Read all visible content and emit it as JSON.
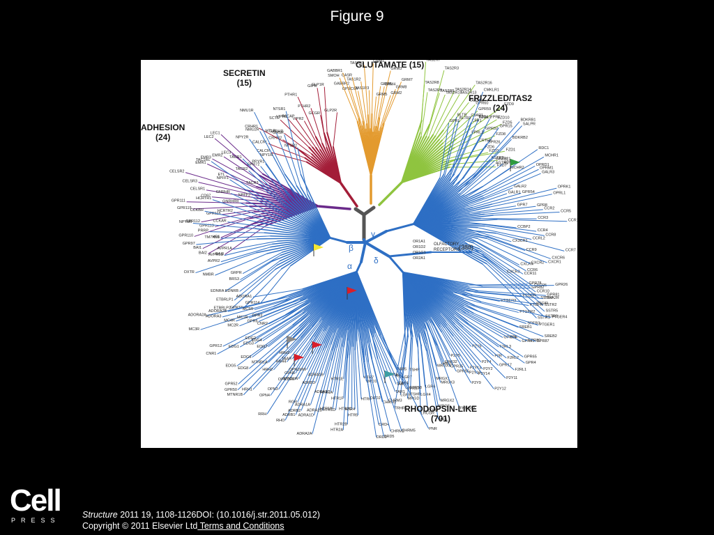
{
  "slide": {
    "title": "Figure 9"
  },
  "families": {
    "secretin": {
      "name": "SECRETIN",
      "count": "(15)"
    },
    "glutamate": {
      "name": "GLUTAMATE",
      "count": "(15)"
    },
    "frizzled": {
      "name": "FRIZZLED/TAS2",
      "count": "(24)"
    },
    "adhesion": {
      "name": "ADHESION",
      "count": "(24)"
    },
    "rhodopsin": {
      "name": "RHODOPSIN-LIKE",
      "count": "(701)"
    }
  },
  "branch_labels": {
    "alpha": "α",
    "beta": "β",
    "gamma": "γ",
    "delta": "δ"
  },
  "olfactory": {
    "genes": [
      "OR1A1",
      "OR1D2",
      "OR1G1",
      "OR2A1"
    ],
    "label_line1": "OLFACTORY",
    "label_line2": "RECEPTORS",
    "count": "(388)"
  },
  "colors": {
    "background": "#000000",
    "panel": "#ffffff",
    "adhesion": "#6a2a8a",
    "secretin": "#a31d38",
    "glutamate": "#e39a2e",
    "frizzled": "#8fc43f",
    "rhodopsin": "#2e6fc4",
    "root": "#555555",
    "highlight_green": "#2e9b3e",
    "highlight_yellow": "#f2e633",
    "highlight_red": "#d91e2a",
    "highlight_pink": "#e6a0d4",
    "highlight_blue": "#a9d4ef",
    "highlight_teal": "#3c9ea3",
    "highlight_salmon": "#f2a48a",
    "highlight_gray": "#8a8a8a"
  },
  "genes": {
    "adhesion": [
      "LEC1",
      "LEC2",
      "LEC3",
      "EMR2",
      "EMR3",
      "EMR1",
      "ETL",
      "CELSR2",
      "CELSR3",
      "CELSR1",
      "CD97",
      "GPR111",
      "GPR115",
      "GPR116",
      "GPR112",
      "GPR113",
      "GPR110",
      "HE6",
      "BAI1",
      "BAI2",
      "BAI3"
    ],
    "secretin": [
      "GLP2R",
      "GLP1R",
      "GIPR",
      "GCGR",
      "PTHR2",
      "PTHR1",
      "VIPR2",
      "PACAP",
      "VIPR1",
      "SCTR",
      "GHRHR",
      "CRHR2",
      "CRHR1",
      "CALCRL",
      "CALCR"
    ],
    "glutamate": [
      "GRM7",
      "GRM8",
      "GRM2",
      "GRM3",
      "GRM4",
      "GRM6",
      "GRM5",
      "GRM1",
      "TAS1R3",
      "TAS1R1",
      "TAS1R2",
      "GPRC6A",
      "CASR",
      "GABBR2",
      "GABBR1",
      "SMOH"
    ],
    "frizzled": [
      "FZD7",
      "FZD2",
      "FZD1",
      "FZD3",
      "FZD6",
      "FZD8",
      "FZD5",
      "FZD10",
      "FZD9",
      "FZD4",
      "GPR59",
      "GPR60",
      "TAS2R4",
      "TAS2R16",
      "TAS2R13",
      "TAS2R14",
      "TAS2R10",
      "TAS2R5",
      "TAS2R3",
      "TAS2R9",
      "TAS2R8",
      "TAS2R7"
    ],
    "gamma_chemokine": [
      "SSTR1",
      "SSTR3",
      "SSTR5",
      "SSTR2",
      "SSTR4",
      "CCR10",
      "CXCR5",
      "CXCR3",
      "CCR11",
      "CCR6",
      "CXCR4",
      "CXCR2",
      "CXCR1",
      "CXCR6",
      "CCR9",
      "CCR7",
      "CX3CR1",
      "CCRL2",
      "CCR8",
      "CCR4",
      "CCBP2",
      "CCR1",
      "CCR3",
      "CCR5",
      "CCR2",
      "GPR8",
      "GPR7",
      "OPRL1",
      "OPRK1",
      "GPR54",
      "GALR1",
      "GALR2",
      "GALR3",
      "OPRM1",
      "OPRD1",
      "MCHR1",
      "MCHR2",
      "RDC1",
      "ADMR",
      "AGTR1",
      "AGTRL1",
      "AGTR2",
      "BDKRB2",
      "SALPR",
      "BDKRB1",
      "GPR26",
      "GPR15",
      "CRTH2",
      "GPR32",
      "FPR1",
      "FPRL2",
      "FPRL1",
      "C5R1",
      "C3AR1",
      "CMKLR1",
      "BLTR2",
      "BLTR",
      "GPR1"
    ],
    "delta": [
      "TRHR",
      "RE2",
      "LGR8",
      "LGR7",
      "MRGD",
      "FSHR",
      "TSHR",
      "LHCGR",
      "LGR4",
      "LGR5",
      "LGR6",
      "MAS",
      "MRGF",
      "MRGX2",
      "MRGX1",
      "MRGX3",
      "MRGX4",
      "FKSG80",
      "HM74",
      "GPR32",
      "GPR35",
      "GPR55",
      "P2Y5",
      "P2Y9",
      "P2Y10",
      "P2Y13",
      "P2Y14",
      "P2Y12",
      "P2Y2",
      "P2Y4",
      "P2Y6",
      "P2Y11",
      "GPR17",
      "F2R",
      "F2RL1",
      "F2RL2",
      "F2RL3",
      "GPR4",
      "GPR65",
      "GPR68",
      "G2A",
      "GPR91",
      "GPR80",
      "GPR87",
      "SREB1",
      "SREB2",
      "SREB3",
      "PTGER1",
      "PTGER2",
      "PTGER3",
      "PTGER4",
      "PTGFR",
      "PTGIR",
      "PTGDR",
      "TBXA2R",
      "GPR81",
      "GPR82",
      "GPR78",
      "GPR26"
    ],
    "beta": [
      "NTSR1",
      "NTSR2",
      "GHSR",
      "MTLR",
      "NMU1R",
      "NMU2R",
      "NPY1R",
      "NPY2R",
      "PPYR1",
      "GPR72",
      "TACR1",
      "TACR2",
      "TACR3",
      "TAC1RL",
      "NPFF1",
      "NPFF2",
      "GNRHR",
      "GNRHRII",
      "HCRTR1",
      "HCRTR2",
      "CCKBR",
      "CCKAR",
      "NPY5R",
      "PRRP",
      "TM7XN1",
      "GPR97",
      "AVPR1A",
      "AVPR1B",
      "AVPR2",
      "OXTR",
      "NMBR",
      "GRPR",
      "BRS3",
      "EDNRA",
      "EDNRB",
      "ETBRLP1",
      "ETBRLP2",
      "GPR37",
      "GPR114"
    ],
    "alpha": [
      "ADORA1",
      "ADORA2A",
      "ADORA2B",
      "ADORA3",
      "MC3R",
      "MC5R",
      "MC4R",
      "MC1R",
      "MC2R",
      "GPR3",
      "GPR6",
      "GPR12",
      "CNR1",
      "CNR2",
      "EDG1",
      "EDG2",
      "EDG3",
      "EDG4",
      "EDG5",
      "EDG6",
      "EDG7",
      "EDG8",
      "GPR52",
      "GPR50",
      "MTNR1A",
      "MTNR1B",
      "HRH1",
      "HRH2",
      "HRH3",
      "HRH4",
      "TAAR",
      "OPN4",
      "OPN3",
      "RRH",
      "OPN5",
      "OPN1SW",
      "OPN1LW",
      "OPN1MW",
      "RHO",
      "RGR",
      "ADRB1",
      "ADRB2",
      "ADRB3",
      "ADRA1A",
      "ADRA1B",
      "ADRA1D",
      "ADRA2A",
      "ADRA2B",
      "ADRA2C",
      "HTR1A",
      "HTR1B",
      "HTR1D",
      "HTR1E",
      "HTR1F",
      "HTR2A",
      "HTR2B",
      "HTR2C",
      "HTR4",
      "HTR5",
      "HTR6",
      "HTR7",
      "DRD1",
      "DRD2",
      "DRD3",
      "DRD4",
      "DRD5",
      "CHRM1",
      "CHRM2",
      "CHRM3",
      "CHRM4",
      "CHRM5",
      "TAR1",
      "TAR3",
      "TAR4",
      "TAR5",
      "GPR57",
      "GPR58",
      "PNR"
    ]
  },
  "citation": {
    "journal": "Structure",
    "reference": " 2011 19, 1108-1126DOI: (10.1016/j.str.2011.05.012)",
    "copyright": "Copyright © 2011 Elsevier Ltd",
    "link": " Terms and Conditions"
  },
  "logo": {
    "word": "Cell",
    "sub": "PRESS"
  }
}
